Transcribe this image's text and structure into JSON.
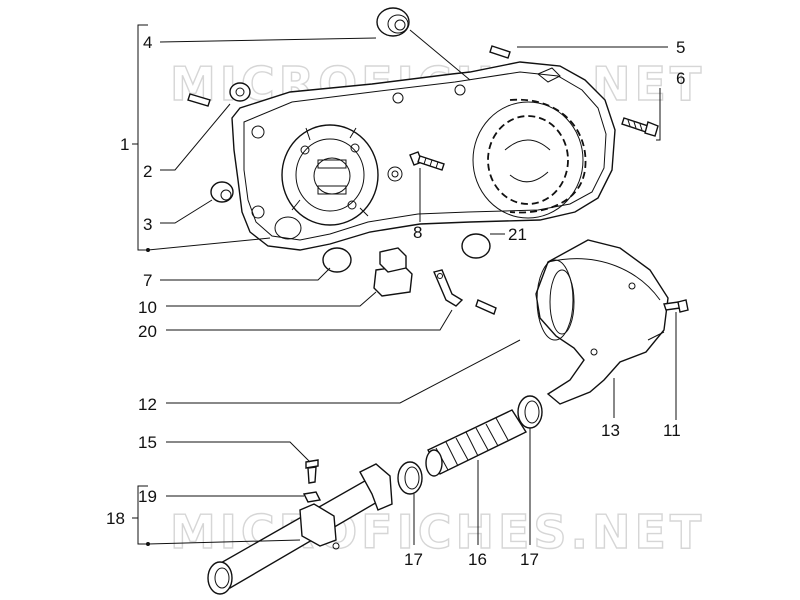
{
  "watermark": "MICROFICHES.NET",
  "callouts": {
    "c1": "1",
    "c2": "2",
    "c3": "3",
    "c4": "4",
    "c5": "5",
    "c6": "6",
    "c7": "7",
    "c8": "8",
    "c10": "10",
    "c11": "11",
    "c12": "12",
    "c13": "13",
    "c15": "15",
    "c16": "16",
    "c17a": "17",
    "c17b": "17",
    "c18": "18",
    "c19": "19",
    "c20": "20",
    "c21": "21"
  }
}
